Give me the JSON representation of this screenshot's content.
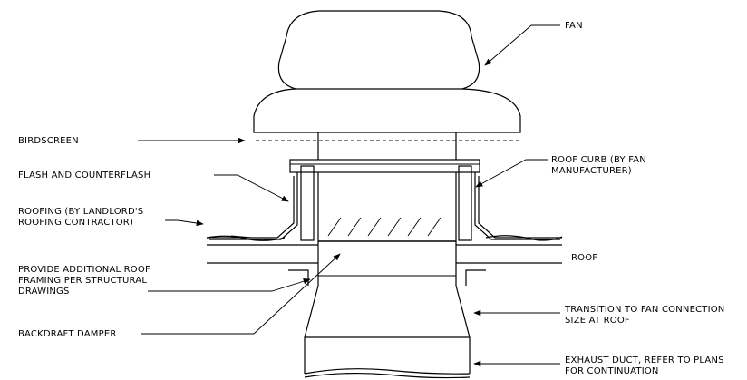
{
  "labels": {
    "fan": "FAN",
    "birdscreen": "BIRDSCREEN",
    "flash": "FLASH AND COUNTERFLASH",
    "roofing_1": "ROOFING (BY LANDLORD'S",
    "roofing_2": "ROOFING CONTRACTOR)",
    "framing_1": "PROVIDE ADDITIONAL ROOF",
    "framing_2": "FRAMING PER STRUCTURAL",
    "framing_3": "DRAWINGS",
    "damper": "BACKDRAFT DAMPER",
    "curb_1": "ROOF CURB (BY FAN",
    "curb_2": "MANUFACTURER)",
    "roof": "ROOF",
    "transition_1": "TRANSITION TO FAN CONNECTION",
    "transition_2": "SIZE AT ROOF",
    "exhaust_1": "EXHAUST DUCT, REFER TO PLANS",
    "exhaust_2": "FOR CONTINUATION"
  }
}
